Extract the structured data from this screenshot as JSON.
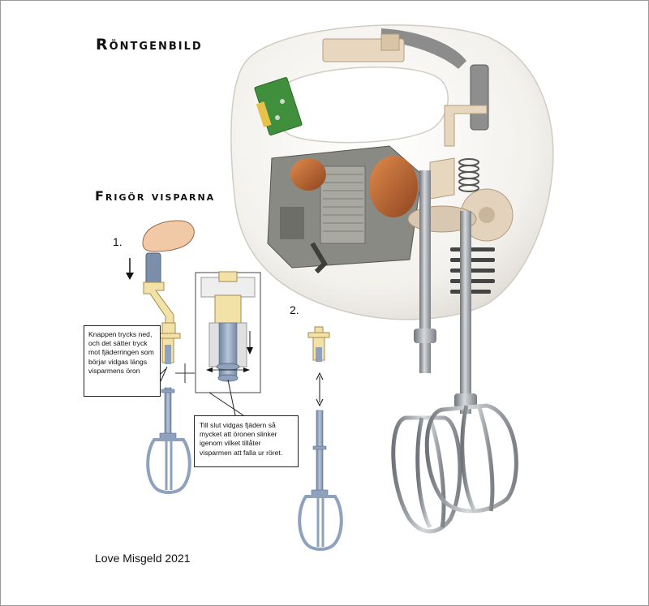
{
  "titles": {
    "xray": "Röntgenbild",
    "release": "Frigör visparna"
  },
  "steps": {
    "one": "1.",
    "two": "2."
  },
  "callouts": {
    "button_pressed": "Knappen trycks ned, och det sätter tryck mot fjäderringen som börjar vidgas längs visparmens öron",
    "spring_widens": "Till slut vidgas fjädern så mycket att öronen slinker igenom vilket tillåter visparmen att falla ur röret."
  },
  "signature": "Love Misgeld 2021",
  "colors": {
    "housing": "#f3f1ec",
    "beater_steel": "#9aa0a6",
    "beater_blue": "#8fa2bd",
    "motor_metal": "#8a8a84",
    "copper": "#c0672f",
    "pcb_green": "#3f8f3c",
    "beige_part": "#e8d7bf",
    "spring_yellow": "#f2e2a8"
  },
  "icons": {
    "finger": "finger-icon",
    "arrow_down": "arrow-down-icon",
    "arrow_updown": "arrow-updown-icon"
  }
}
